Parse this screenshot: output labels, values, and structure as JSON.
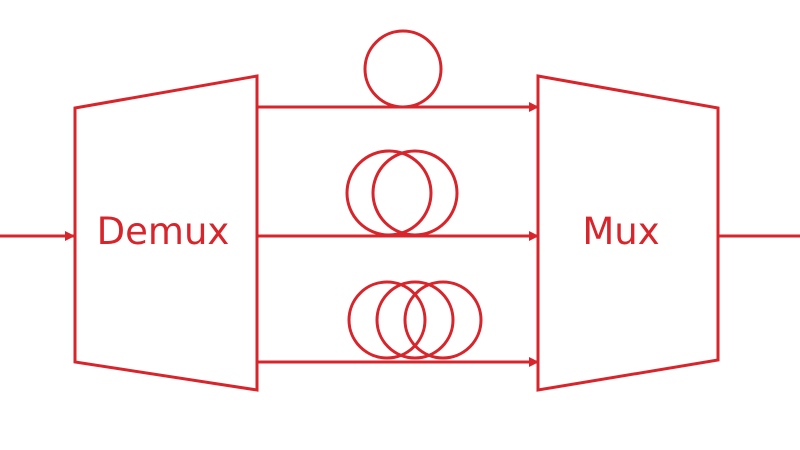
{
  "diagram": {
    "demux_label": "Demux",
    "mux_label": "Mux",
    "channels": [
      {
        "loops": 1
      },
      {
        "loops": 2
      },
      {
        "loops": 3
      }
    ]
  },
  "colors": {
    "line": "#d8252b",
    "background": "#ffffff"
  }
}
